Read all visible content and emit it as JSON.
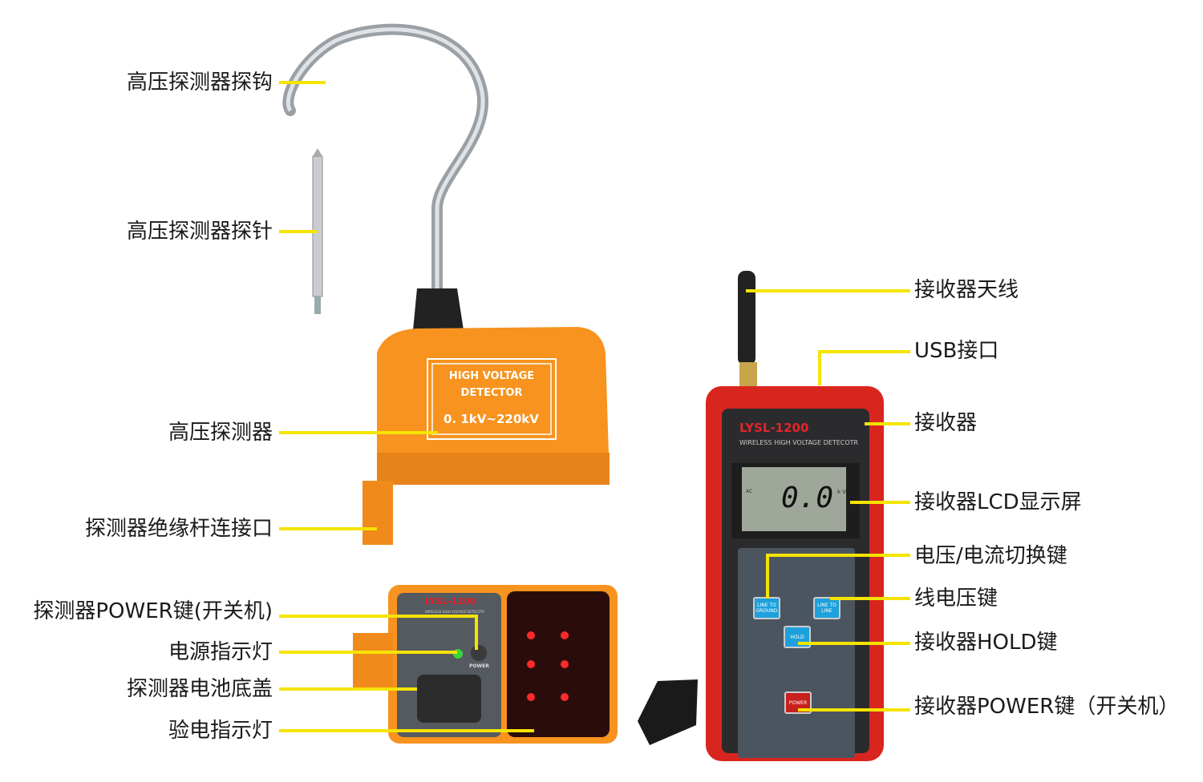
{
  "left_labels": [
    "高压探测器探钩",
    "高压探测器探针",
    "高压探测器",
    "探测器绝缘杆连接口",
    "探测器POWER键(开关机)",
    "电源指示灯",
    "探测器电池底盖",
    "验电指示灯"
  ],
  "right_labels": [
    "接收器天线",
    "USB接口",
    "接收器",
    "接收器LCD显示屏",
    "电压/电流切换键",
    "线电压键",
    "接收器HOLD键",
    "接收器POWER键（开关机）"
  ],
  "detector": {
    "plate_line1": "HIGH VOLTAGE",
    "plate_line2": "DETECTOR",
    "plate_range": "0. 1kV~220kV",
    "model": "LYSL-1200",
    "subtitle": "WIRELESS HIGH VOLTAGE DETECOTR",
    "power": "POWER"
  },
  "receiver": {
    "model": "LYSL-1200",
    "subtitle": "WIRELESS HIGH VOLTAGE DETECOTR",
    "lcd_mode": "AC",
    "lcd_value": "0.0",
    "lcd_unit": "k V",
    "btn_ltg": "LINE TO GROUND",
    "btn_ltl": "LINE TO LINE",
    "btn_hold": "HOLD",
    "btn_power": "POWER"
  },
  "colors": {
    "leader": "#f5e400",
    "orange": "#f7931e",
    "red": "#d8261f"
  }
}
